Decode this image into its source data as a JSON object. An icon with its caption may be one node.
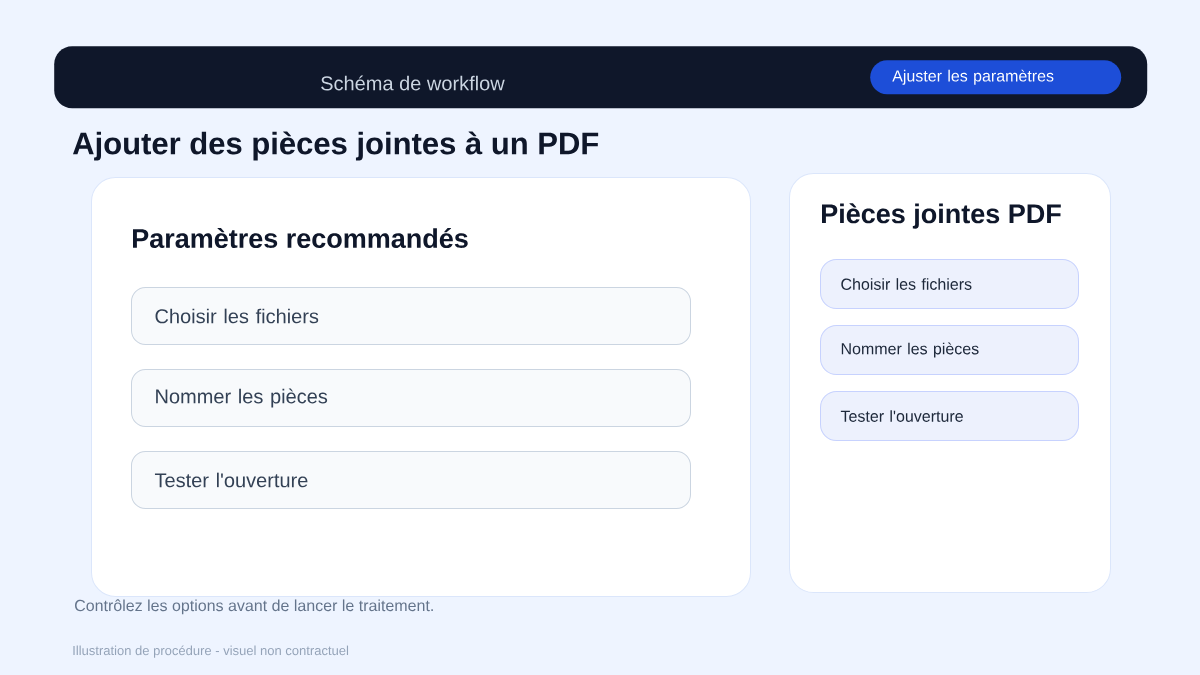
{
  "diagram": {
    "title": "Ajouter des pièces jointes à un PDF",
    "nodes": [
      {
        "text": [
          "Schéma de workflow"
        ]
      },
      {
        "text": [
          "Ajuster les paramètres"
        ],
        "in": 0
      },
      {
        "text": [
          "Paramètres recommandés"
        ]
      },
      {
        "text": [
          "Choisir les fichiers"
        ],
        "in": 2
      },
      {
        "text": [
          "Nommer les pièces"
        ],
        "in": 2
      },
      {
        "text": [
          "Tester l'ouverture"
        ],
        "in": 2
      },
      {
        "text": [
          "Pièces jointes PDF"
        ]
      },
      {
        "text": [
          "Choisir les fichiers"
        ],
        "in": 6
      },
      {
        "text": [
          "Nommer les pièces"
        ],
        "in": 6
      },
      {
        "text": [
          "Tester l'ouverture"
        ],
        "in": 6
      }
    ],
    "labels": [
      "Contrôlez les options avant de lancer le traitement.",
      "Illustration de procédure - visuel non contractuel"
    ]
  }
}
